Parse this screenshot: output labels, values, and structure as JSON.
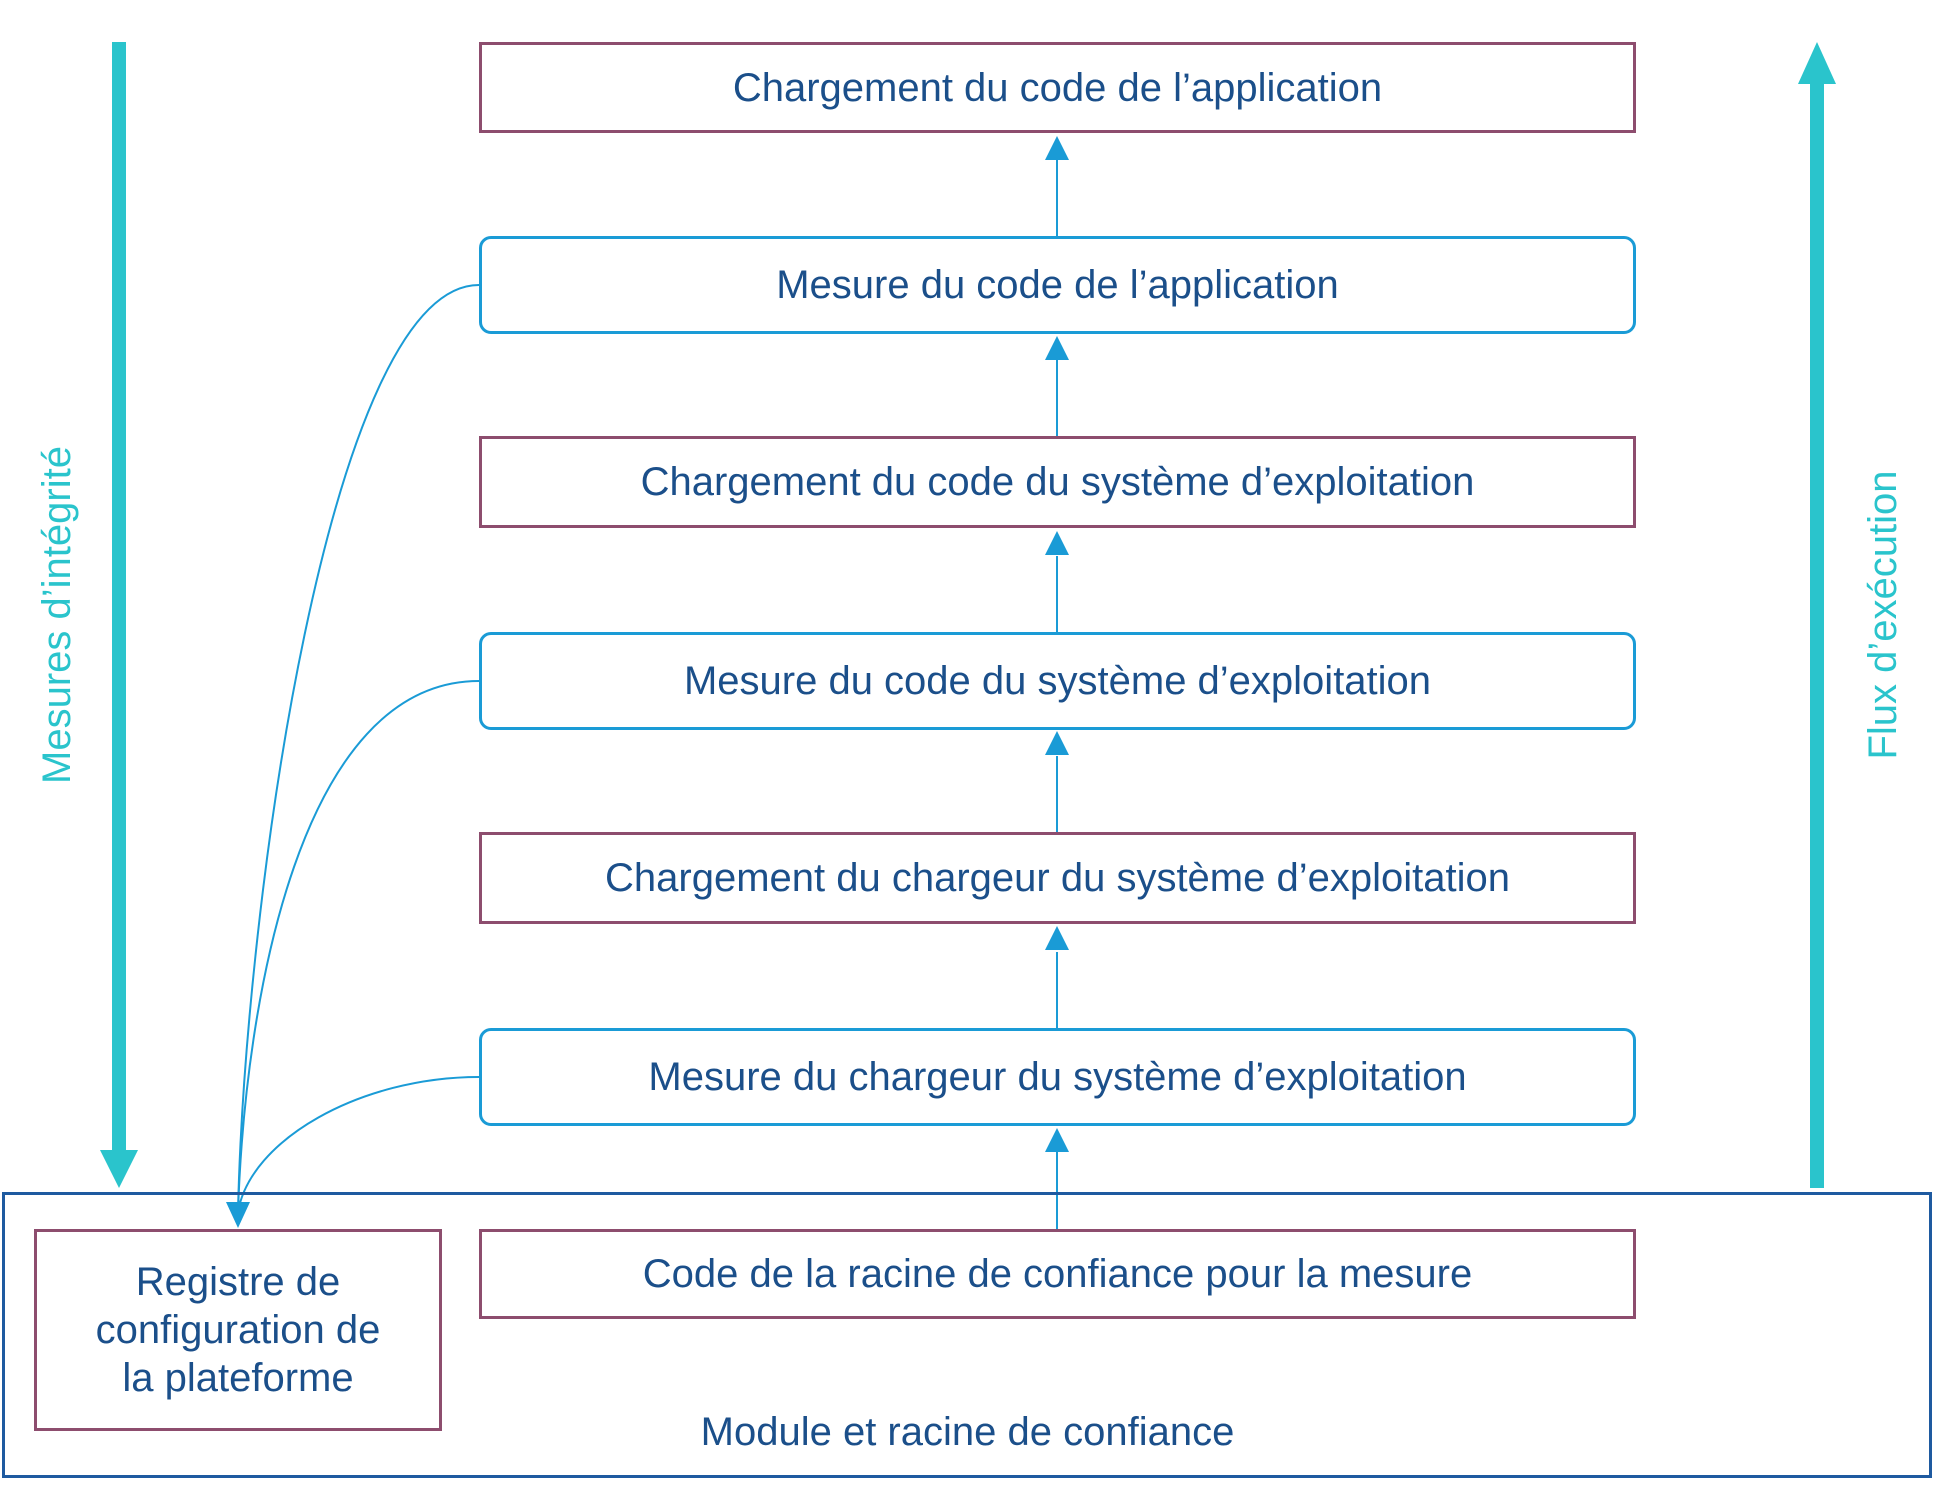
{
  "diagram": {
    "steps": [
      {
        "id": "app-load",
        "kind": "load",
        "label": "Chargement du code de l’application"
      },
      {
        "id": "app-measure",
        "kind": "measure",
        "label": "Mesure du code de l’application"
      },
      {
        "id": "os-load",
        "kind": "load",
        "label": "Chargement du code du système d’exploitation"
      },
      {
        "id": "os-measure",
        "kind": "measure",
        "label": "Mesure du code du système d’exploitation"
      },
      {
        "id": "loader-load",
        "kind": "load",
        "label": "Chargement du chargeur du système d’exploitation"
      },
      {
        "id": "loader-measure",
        "kind": "measure",
        "label": "Mesure du chargeur du système d’exploitation"
      },
      {
        "id": "rtm-code",
        "kind": "load",
        "label": "Code de la racine de confiance pour la mesure"
      }
    ],
    "register": {
      "line1": "Registre de",
      "line2": "configuration de",
      "line3": "la plateforme"
    },
    "module_label": "Module et racine de confiance",
    "left_axis_label": "Mesures d’intégrité",
    "right_axis_label": "Flux d’exécution"
  },
  "colors": {
    "text": "#1b4f8a",
    "load_border": "#8d4d6e",
    "measure_border": "#1a9bd6",
    "module_border": "#1e5aa0",
    "side_arrow": "#2ac4cc",
    "connector": "#1a9bd6"
  }
}
